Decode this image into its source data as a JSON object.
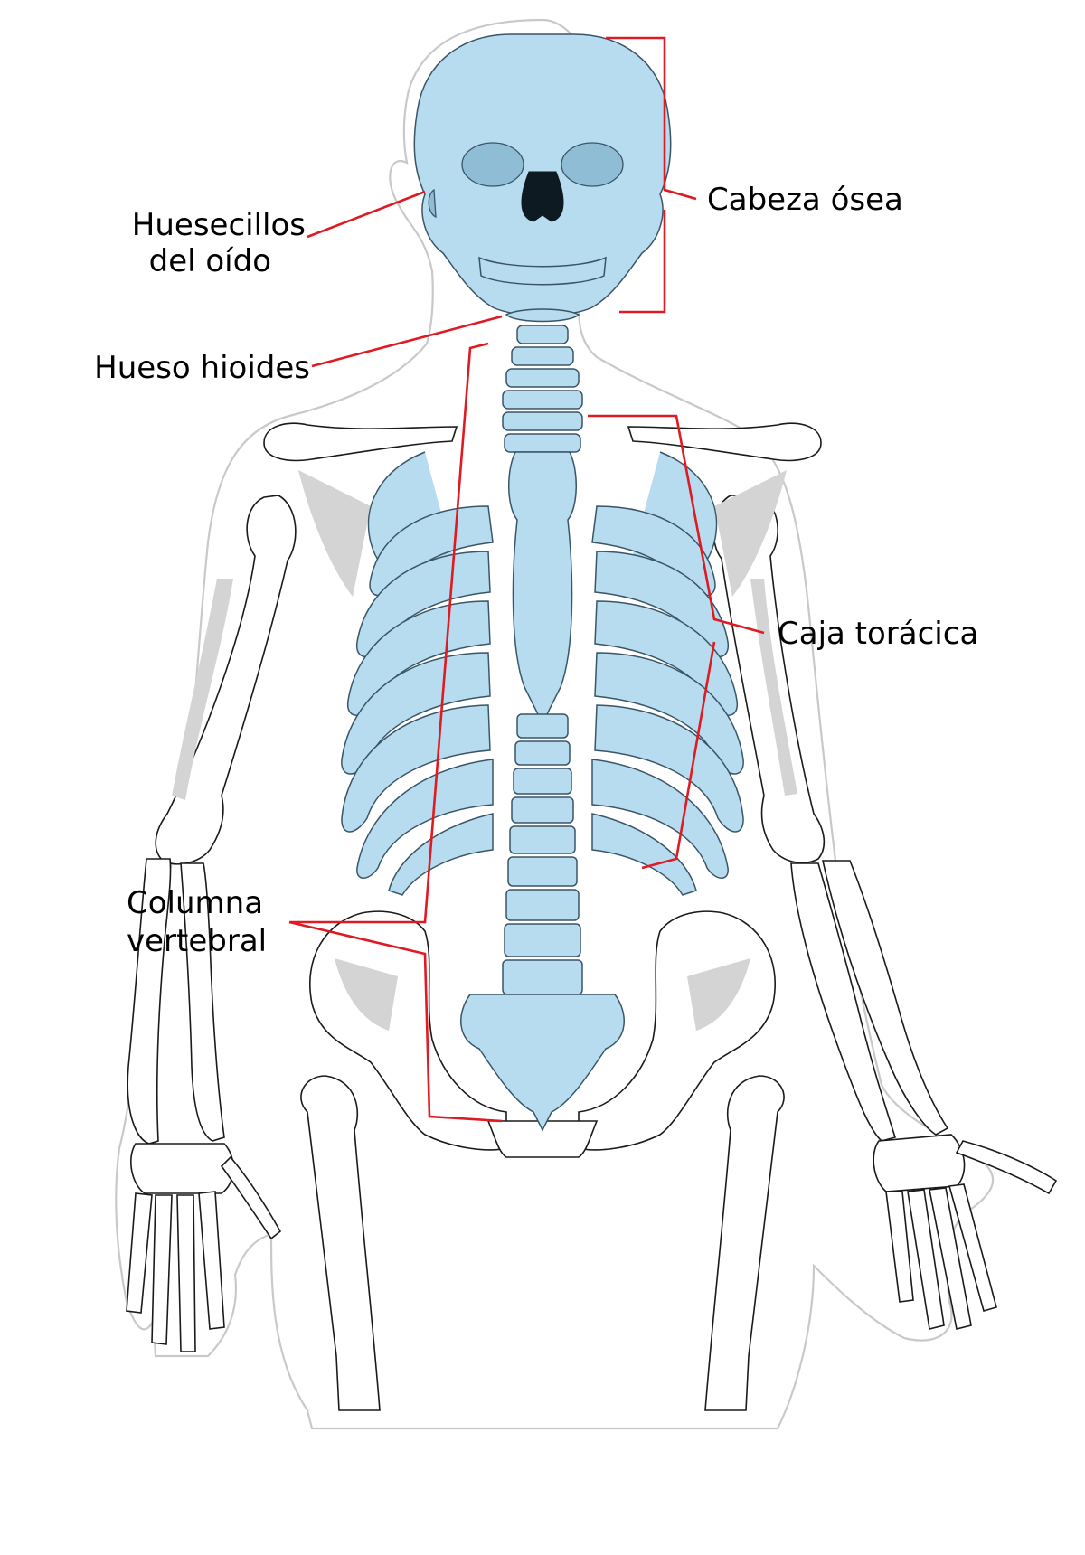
{
  "figure": {
    "labels": {
      "ossicles": [
        "Huesecillos",
        "del oído"
      ],
      "skull": "Cabeza ósea",
      "hyoid": "Hueso hioides",
      "ribcage": "Caja torácica",
      "spine": [
        "Columna",
        "vertebral"
      ]
    },
    "colors": {
      "axial_skeleton": "#b7dcef",
      "appendicular_skeleton": "#ffffff",
      "leader_lines": "#e01a22",
      "body_outline": "#c9c9c9"
    }
  }
}
